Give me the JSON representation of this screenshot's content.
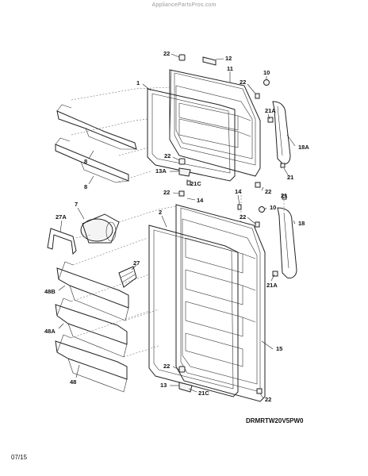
{
  "watermark": "AppliancePartsPros.com",
  "model_code": "DRMRTW20V5PW0",
  "date": "07/15",
  "callouts": {
    "c22a": "22",
    "c12": "12",
    "c11": "11",
    "c1": "1",
    "c10a": "10",
    "c22b": "22",
    "c21a_top": "21A",
    "c18a": "18A",
    "c8a": "8",
    "c8b": "8",
    "c22c": "22",
    "c13a": "13A",
    "c21c_top": "21C",
    "c21": "21",
    "c22d": "22",
    "c14a": "14",
    "c14b": "14",
    "c22e": "22",
    "c21b": "21",
    "c7": "7",
    "c2": "2",
    "c10b": "10",
    "c22f": "22",
    "c27a": "27A",
    "c18": "18",
    "c27": "27",
    "c48b": "48B",
    "c21a_mid": "21A",
    "c48a": "48A",
    "c15": "15",
    "c48": "48",
    "c22g": "22",
    "c13": "13",
    "c21c_bot": "21C",
    "c22h": "22"
  }
}
